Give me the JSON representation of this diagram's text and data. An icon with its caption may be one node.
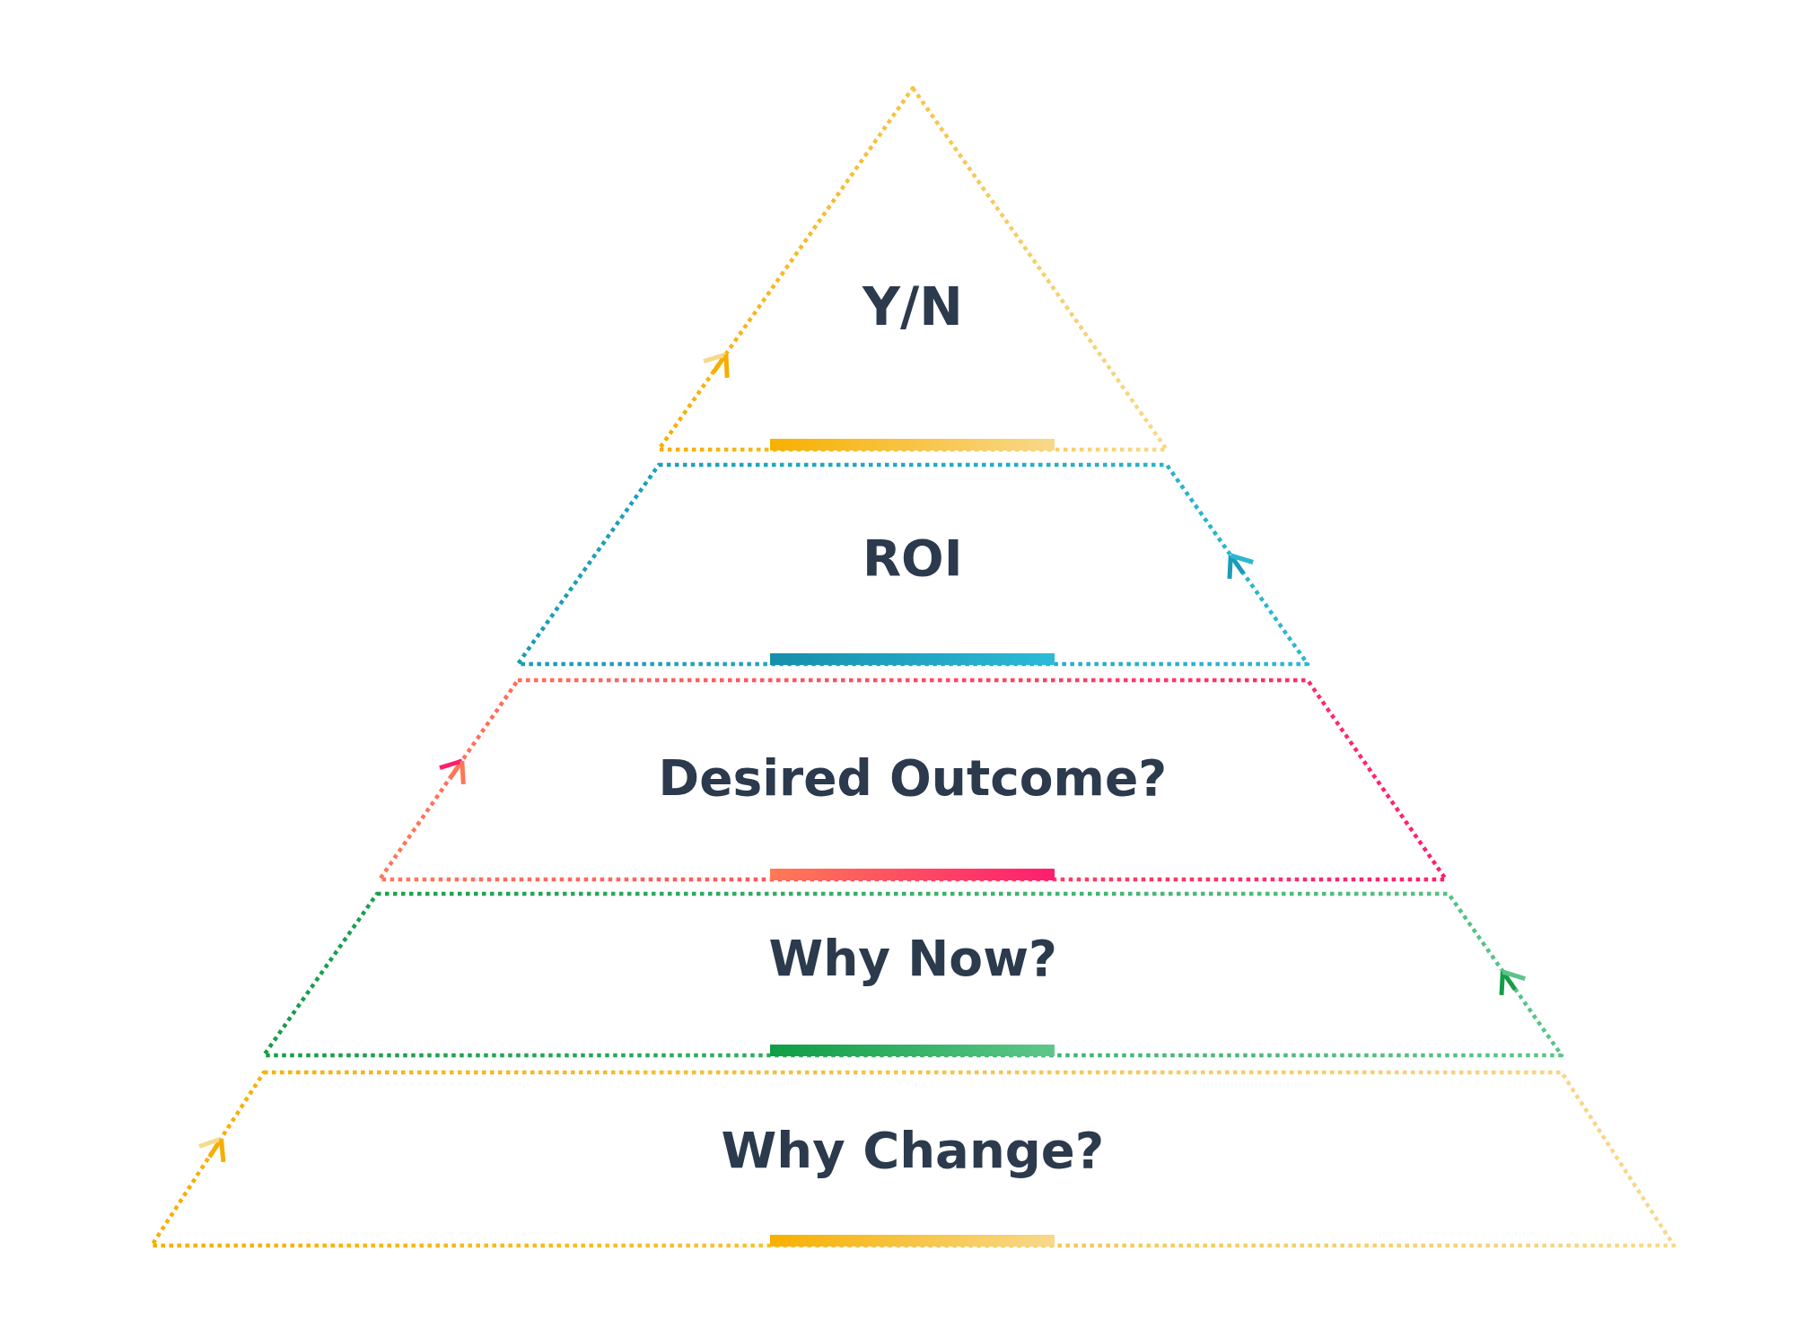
{
  "diagram": {
    "nodes": [
      {
        "text": [
          "Y/N"
        ]
      },
      {
        "text": [
          "ROI"
        ]
      },
      {
        "text": [
          "Desired Outcome?"
        ]
      },
      {
        "text": [
          "Why Now?"
        ]
      },
      {
        "text": [
          "Why Change?"
        ]
      }
    ]
  }
}
